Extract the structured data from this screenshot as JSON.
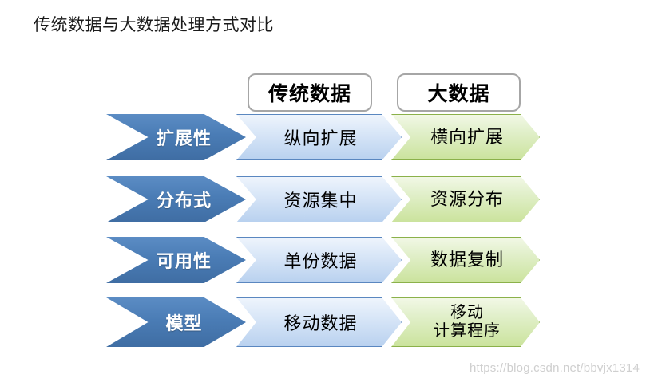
{
  "slide": {
    "title": "传统数据与大数据处理方式对比",
    "background_color": "#ffffff"
  },
  "headers": [
    {
      "label": "传统数据",
      "name": "header-traditional-data"
    },
    {
      "label": "大数据",
      "name": "header-big-data"
    }
  ],
  "colors": {
    "category_chevron": "#4a7cb5",
    "traditional_chevron": "#dbe8f8",
    "traditional_border": "#5a87c0",
    "bigdata_chevron": "#e2f0cc",
    "bigdata_border": "#8bb14a",
    "title_text": "#1a1a1a",
    "watermark_text": "#cfcfcf"
  },
  "rows": [
    {
      "category": "扩展性",
      "traditional": "纵向扩展",
      "bigdata": "横向扩展",
      "bigdata_multiline": false
    },
    {
      "category": "分布式",
      "traditional": "资源集中",
      "bigdata": "资源分布",
      "bigdata_multiline": false
    },
    {
      "category": "可用性",
      "traditional": "单份数据",
      "bigdata": "数据复制",
      "bigdata_multiline": false
    },
    {
      "category": "模型",
      "traditional": "移动数据",
      "bigdata": "移动\n计算程序",
      "bigdata_multiline": true
    }
  ],
  "watermark": {
    "text": "https://blog.csdn.net/bbvjx1314"
  }
}
